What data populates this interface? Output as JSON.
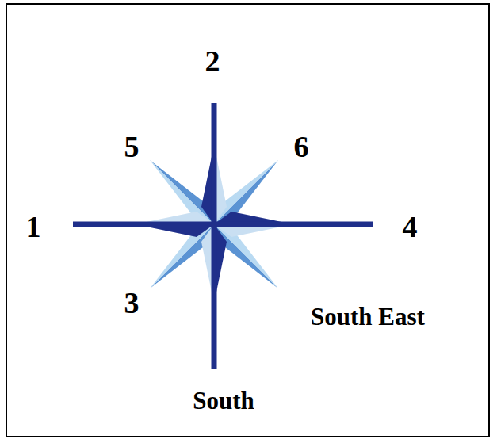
{
  "diagram": {
    "labels": [
      "2",
      "5",
      "6",
      "1",
      "4",
      "3",
      "South East",
      "South"
    ]
  }
}
